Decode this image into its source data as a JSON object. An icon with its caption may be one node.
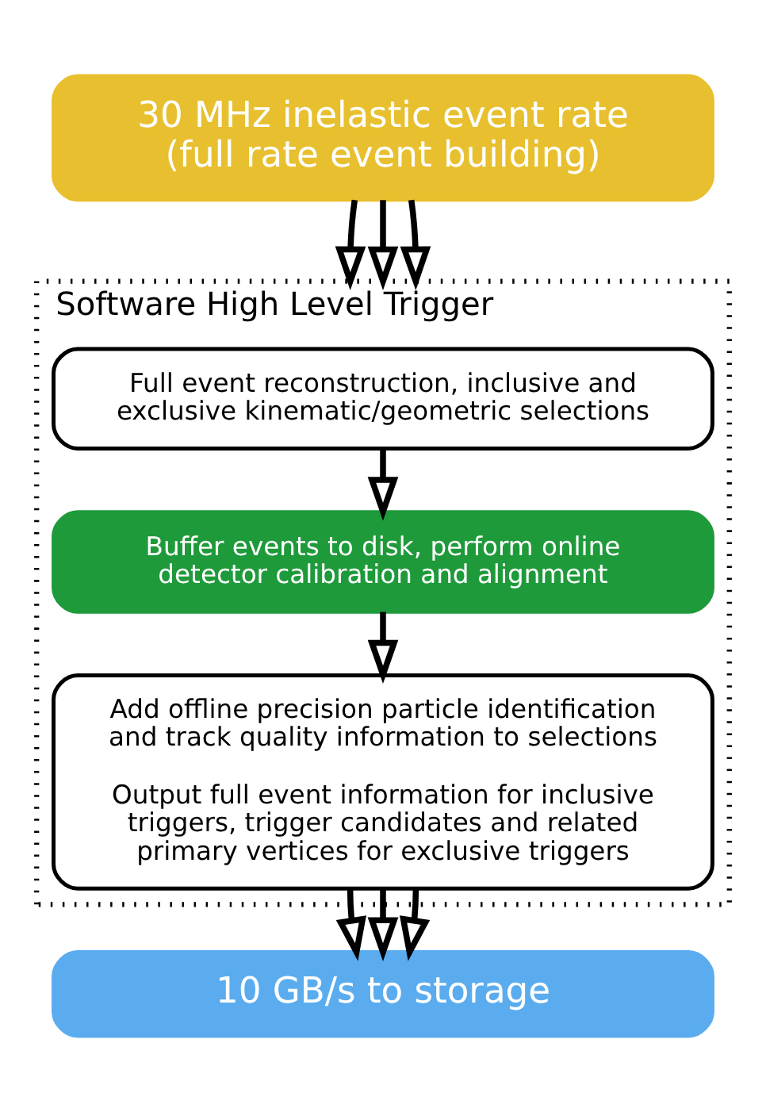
{
  "diagram": {
    "nodes": [
      {
        "text": [
          "30 MHz inelastic event rate (full rate event building)"
        ]
      },
      {
        "text": [
          "Software High Level Trigger"
        ]
      },
      {
        "text": [
          "Full event reconstruction, inclusive and exclusive kinematic/geometric selections"
        ],
        "in": 1
      },
      {
        "text": [
          "Buffer events to disk, perform online detector calibration and alignment"
        ],
        "in": 1
      },
      {
        "text": [
          "Add offline precision particle identification and track quality information to selections",
          "Output full event information for inclusive triggers, trigger candidates and related primary vertices for exclusive triggers"
        ],
        "in": 1
      },
      {
        "text": [
          "10 GB/s to storage"
        ]
      }
    ],
    "edges": [
      {
        "from": 0,
        "to": 1,
        "arrow": "to"
      },
      {
        "from": 0,
        "to": 1,
        "arrow": "to"
      },
      {
        "from": 0,
        "to": 1,
        "arrow": "to"
      },
      {
        "from": 2,
        "to": 3,
        "arrow": "to"
      },
      {
        "from": 3,
        "to": 4,
        "arrow": "to"
      },
      {
        "from": 4,
        "to": 5,
        "arrow": "to"
      },
      {
        "from": 4,
        "to": 5,
        "arrow": "to"
      },
      {
        "from": 4,
        "to": 5,
        "arrow": "to"
      }
    ]
  }
}
